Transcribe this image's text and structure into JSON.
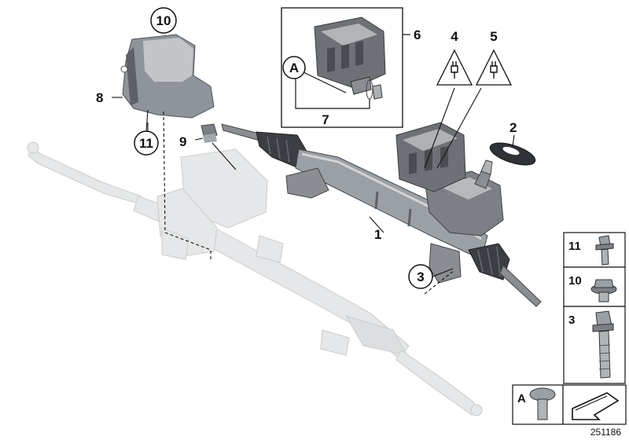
{
  "diagram_id": "251186",
  "callouts": {
    "c1": "1",
    "c2": "2",
    "c3": "3",
    "c4": "4",
    "c5": "5",
    "c6": "6",
    "c7": "7",
    "c8": "8",
    "c9": "9",
    "c10": "10",
    "c11": "11",
    "cA": "A"
  },
  "legend": {
    "row11": "11",
    "row10": "10",
    "row3": "3",
    "rowA": "A"
  },
  "colors": {
    "part_dark": "#6f7378",
    "part_mid": "#9aa0a5",
    "part_light": "#c9ccce",
    "ghost": "#e6e7e8",
    "ghost_edge": "#c8cacb",
    "line": "#111111"
  },
  "icons": [
    "electrical-connector-warning-icon",
    "arrow-direction-icon"
  ]
}
